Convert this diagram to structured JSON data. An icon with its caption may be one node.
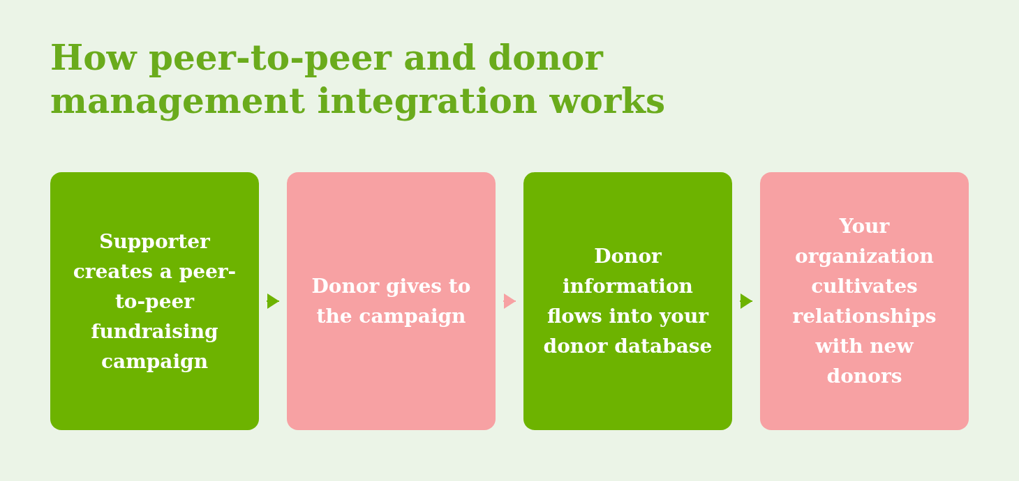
{
  "diagram": {
    "title": "How peer-to-peer and donor management integration works",
    "nodes": [
      {
        "text": [
          "Supporter creates a peer-to-peer fundraising campaign"
        ]
      },
      {
        "text": [
          "Donor gives to the campaign"
        ]
      },
      {
        "text": [
          "Donor information flows into your donor database"
        ]
      },
      {
        "text": [
          "Your organization cultivates relationships with new donors"
        ]
      }
    ],
    "edges": [
      {
        "from": 0,
        "to": 1,
        "arrow": "to"
      },
      {
        "from": 1,
        "to": 2,
        "arrow": "to",
        "color": "#f7a1a3"
      },
      {
        "from": 2,
        "to": 3,
        "arrow": "to"
      }
    ]
  }
}
